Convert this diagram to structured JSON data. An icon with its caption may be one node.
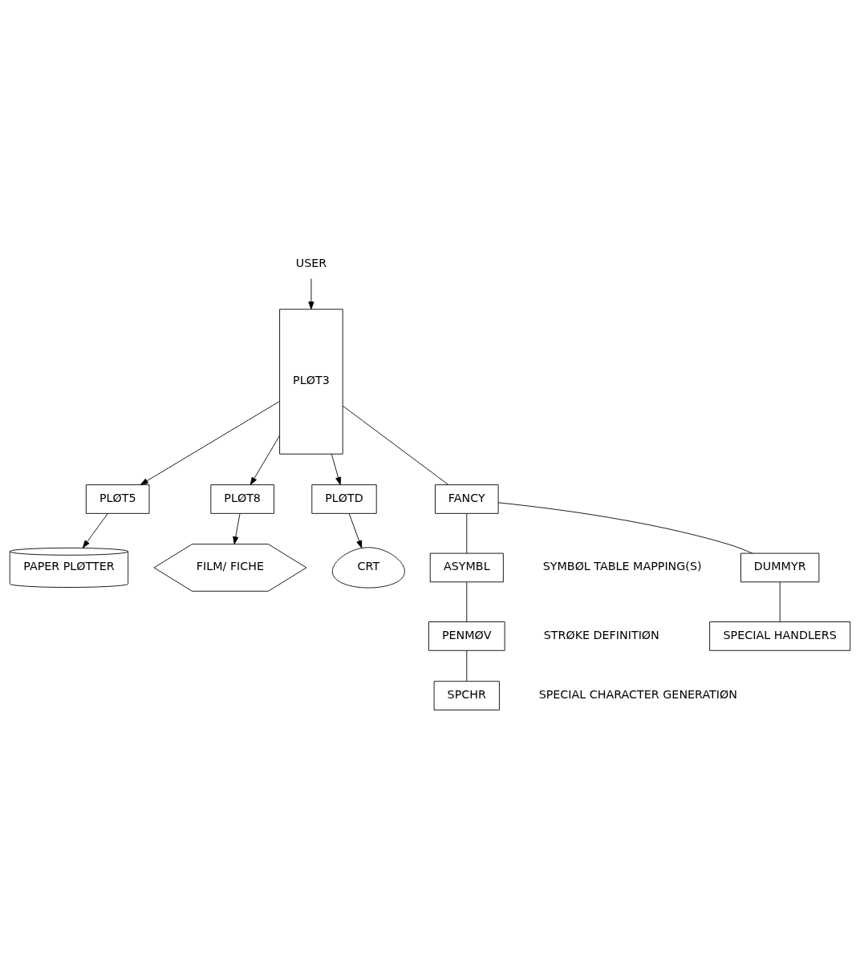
{
  "diagram": {
    "nodes": [
      {
        "text": [
          "USER"
        ]
      },
      {
        "text": [
          "PLØT3"
        ]
      },
      {
        "text": [
          "PLØT5"
        ]
      },
      {
        "text": [
          "PAPER PLØTTER"
        ]
      },
      {
        "text": [
          "PLØT8"
        ]
      },
      {
        "text": [
          "FILM/ FICHE"
        ]
      },
      {
        "text": [
          "PLØTD"
        ]
      },
      {
        "text": [
          "CRT"
        ]
      },
      {
        "text": [
          "FANCY"
        ]
      },
      {
        "text": [
          "ASYMBL"
        ],
        "beside": [
          "SYMBØL TABLE MAPPING(S)"
        ]
      },
      {
        "text": [
          "PENMØV"
        ],
        "beside": [
          "STRØKE DEFINITIØN"
        ]
      },
      {
        "text": [
          "SPCHR"
        ],
        "beside": [
          "SPECIAL CHARACTER GENERATIØN"
        ]
      },
      {
        "text": [
          "DUMMYR"
        ]
      },
      {
        "text": [
          "SPECIAL HANDLERS"
        ]
      }
    ],
    "edges": [
      {
        "from": 0,
        "to": 1,
        "arrow": "to"
      },
      {
        "from": 1,
        "to": 2,
        "arrow": "to"
      },
      {
        "from": 2,
        "to": 3,
        "arrow": "to"
      },
      {
        "from": 1,
        "to": 4,
        "arrow": "to"
      },
      {
        "from": 4,
        "to": 5,
        "arrow": "to"
      },
      {
        "from": 1,
        "to": 6,
        "arrow": "to"
      },
      {
        "from": 6,
        "to": 7,
        "arrow": "to"
      },
      {
        "from": 1,
        "to": 8,
        "arrow": "none"
      },
      {
        "from": 8,
        "to": 9,
        "arrow": "none"
      },
      {
        "from": 9,
        "to": 10,
        "arrow": "none"
      },
      {
        "from": 10,
        "to": 11,
        "arrow": "none"
      },
      {
        "from": 8,
        "to": 12,
        "arrow": "none"
      },
      {
        "from": 12,
        "to": 13,
        "arrow": "none"
      }
    ]
  }
}
